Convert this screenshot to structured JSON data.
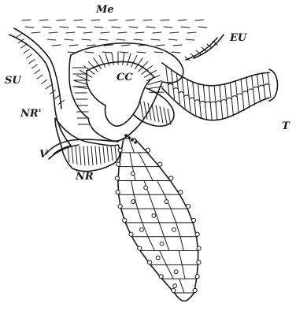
{
  "labels": {
    "me": "Me",
    "eu": "EU",
    "su": "SU",
    "cc": "CC",
    "nr_prime": "NR'",
    "v": "V",
    "nr": "NR",
    "t": "T"
  },
  "colors": {
    "ink": "#1a1a1a",
    "paper": "#ffffff"
  }
}
